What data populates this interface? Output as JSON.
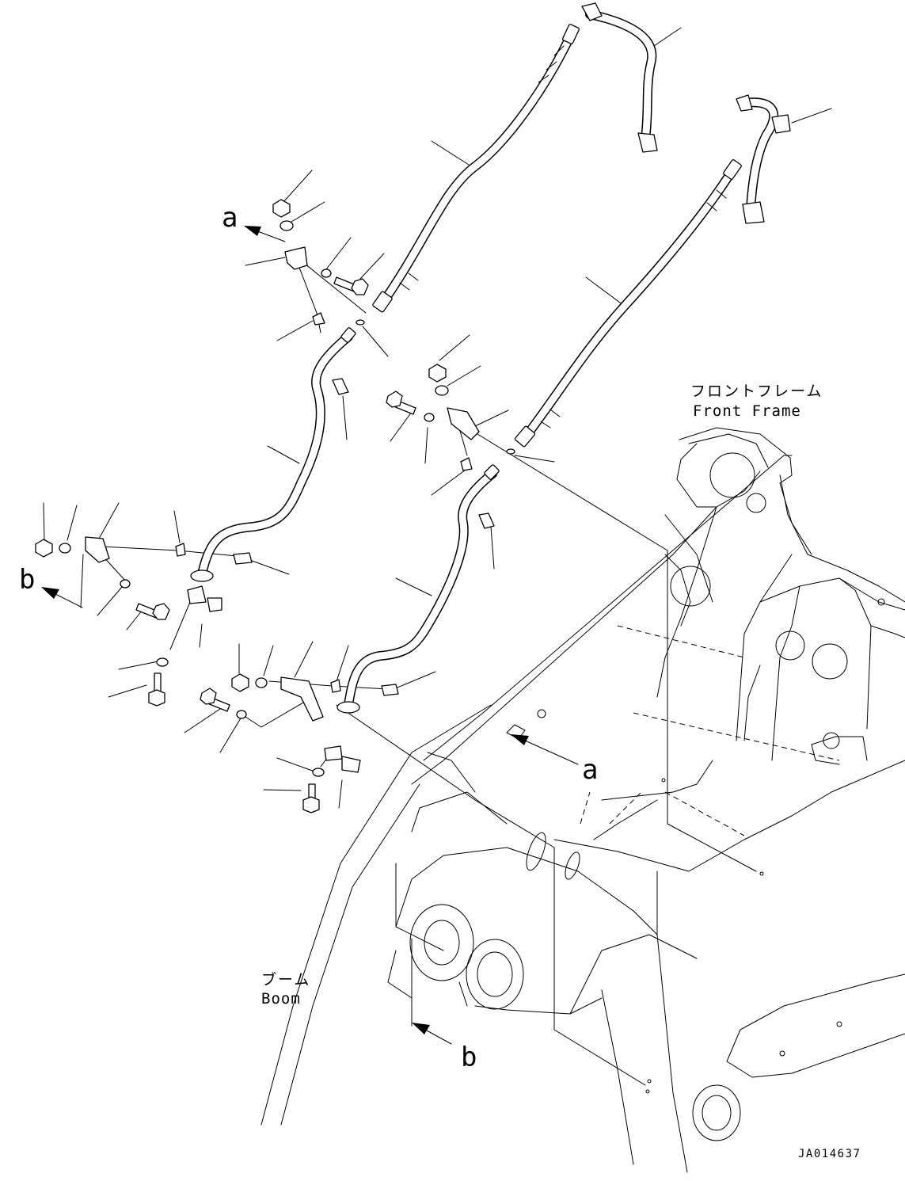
{
  "labels": {
    "front_frame_jp": "フロントフレーム",
    "front_frame_en": "Front Frame",
    "boom_jp": "ブーム",
    "boom_en": "Boom",
    "view_a_top": "a",
    "view_a_bottom": "a",
    "view_b_left": "b",
    "view_b_bottom": "b",
    "figure_code": "JA014637"
  }
}
